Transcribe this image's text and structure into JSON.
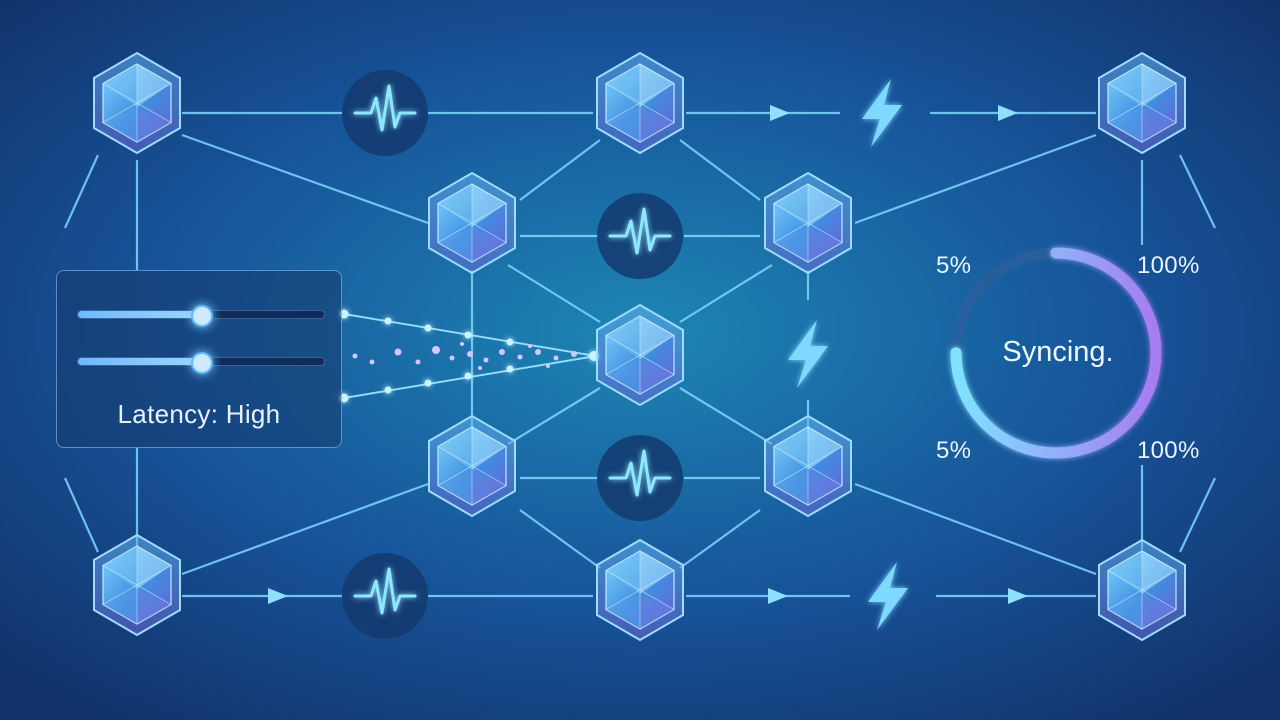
{
  "control_panel": {
    "label": "Latency: High",
    "sliders": [
      {
        "name": "slider-1",
        "value": 0.5
      },
      {
        "name": "slider-2",
        "value": 0.5
      }
    ]
  },
  "sync_gauge": {
    "status": "Syncing.",
    "min_label": "5%",
    "max_label": "100%",
    "min_label_bottom": "5%",
    "max_label_bottom": "100%",
    "progress": 0.75
  },
  "icons": {
    "node": "hexagon-crystal-node-icon",
    "pulse": "heartbeat-pulse-icon",
    "bolt": "lightning-bolt-icon",
    "arrow": "arrow-right-icon"
  },
  "colors": {
    "background_center": "#1d86b3",
    "background_edge": "#12336b",
    "link": "#7fd6ff",
    "node_fill": "#4fb0f0",
    "node_accent": "#9b7cf0",
    "gauge_start": "#7fe3ff",
    "gauge_end": "#a67cf2"
  }
}
